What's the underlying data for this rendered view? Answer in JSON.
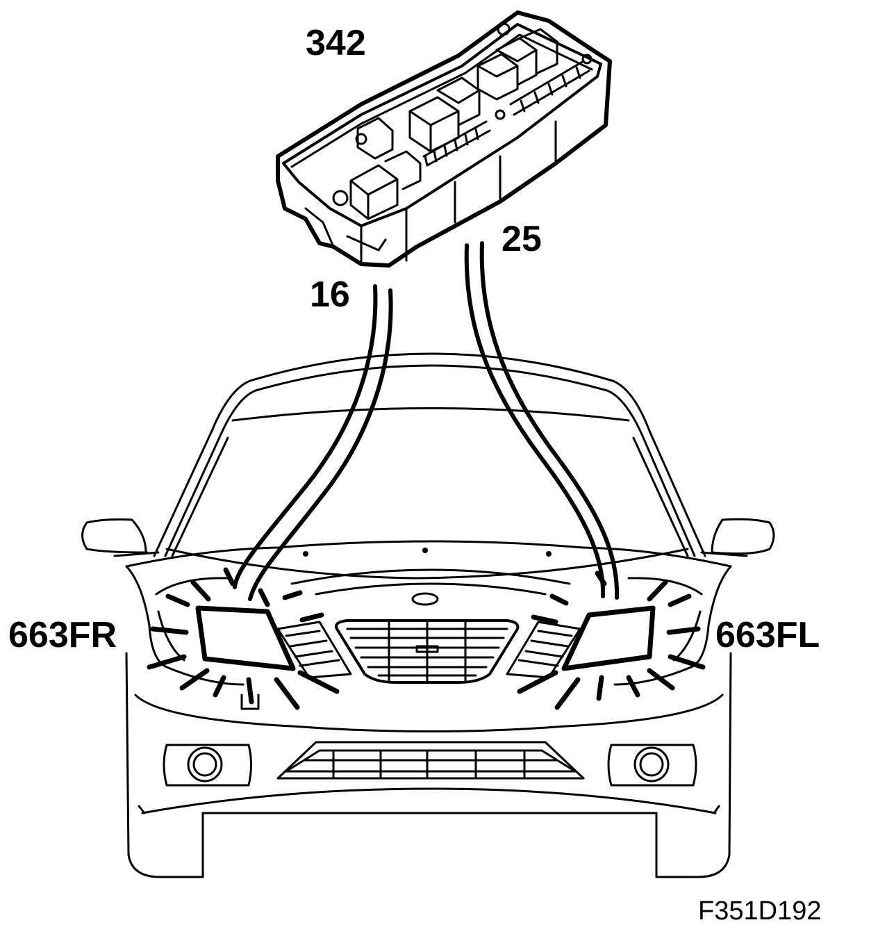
{
  "labels": {
    "fuse_box": "342",
    "wire_right": "16",
    "wire_left": "25",
    "headlamp_right": "663FR",
    "headlamp_left": "663FL",
    "figure_ref": "F351D192"
  }
}
